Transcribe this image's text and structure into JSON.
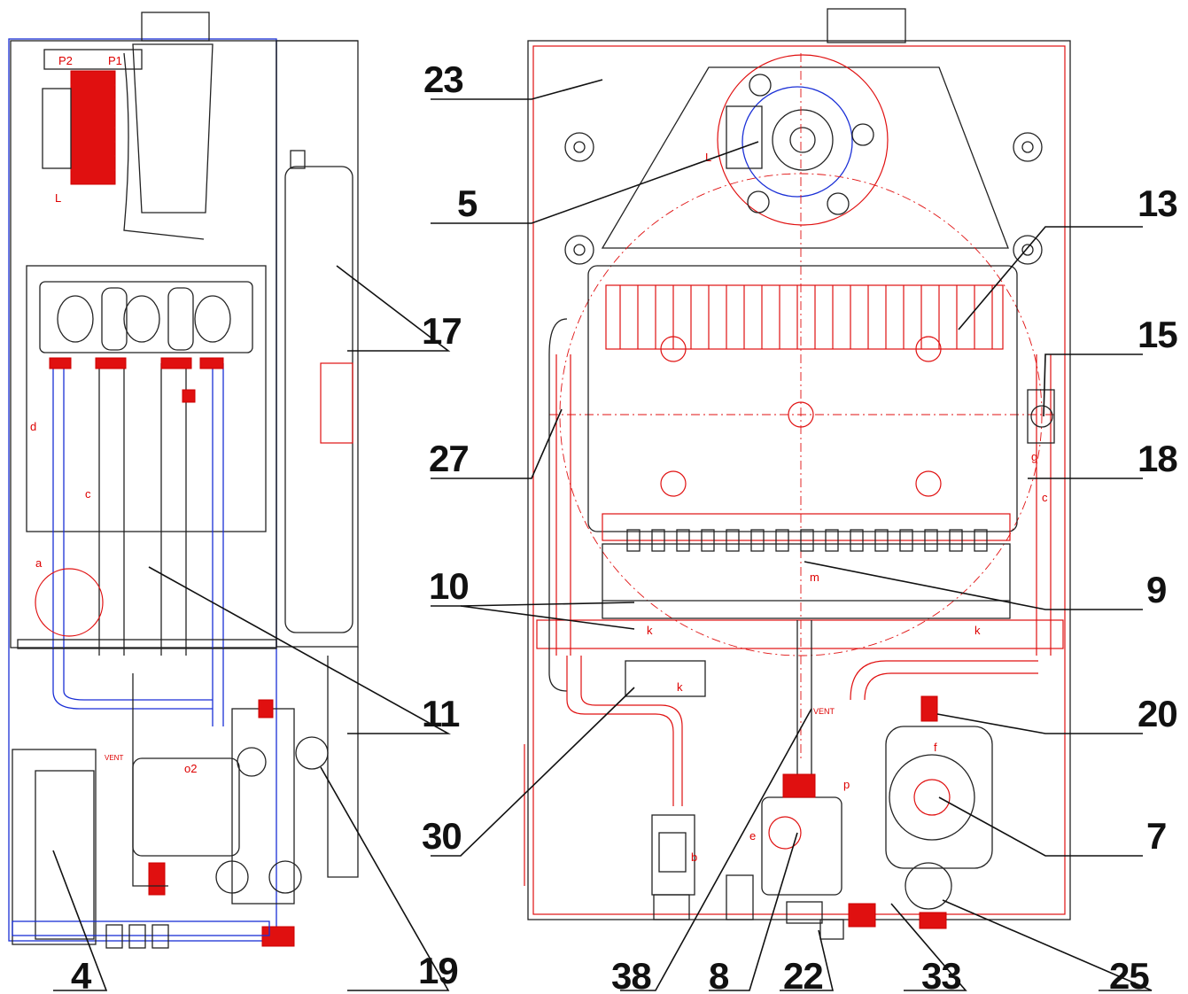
{
  "callouts": {
    "c23": "23",
    "c5": "5",
    "c13": "13",
    "c17": "17",
    "c15": "15",
    "c27": "27",
    "c18": "18",
    "c10": "10",
    "c9": "9",
    "c11": "11",
    "c20": "20",
    "c30": "30",
    "c7": "7",
    "c19": "19",
    "c4": "4",
    "c38": "38",
    "c8": "8",
    "c22": "22",
    "c33": "33",
    "c25": "25"
  },
  "small_labels": {
    "p2": "P2",
    "p1": "P1",
    "L1": "L",
    "d": "d",
    "c1": "c",
    "a": "a",
    "o2": "o2",
    "vent1": "VENT",
    "L2": "L",
    "g": "g",
    "c2": "c",
    "m": "m",
    "k1": "k",
    "k2": "k",
    "k3": "k",
    "vent2": "VENT",
    "f": "f",
    "p3": "p",
    "e": "e",
    "b": "b"
  },
  "colors": {
    "drawing_red": "#e01010",
    "drawing_blue": "#1a2fd6",
    "ink": "#111111"
  }
}
